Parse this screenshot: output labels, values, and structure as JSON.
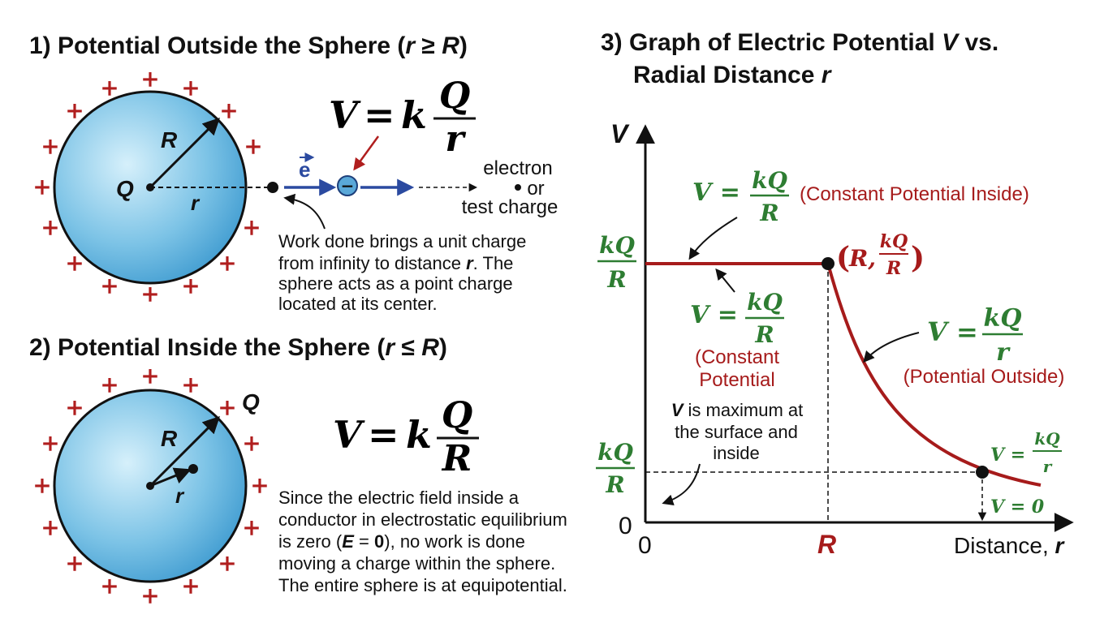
{
  "section1": {
    "title_prefix": "1) Potential Outside the Sphere (",
    "title_var1": "r",
    "title_op": " ≥ ",
    "title_var2": "R",
    "title_suffix": ")",
    "label_R": "R",
    "label_Q": "Q",
    "label_r": "r",
    "label_e": "e",
    "charge_minus": "−",
    "plus_sign": "+",
    "formula_V": "V",
    "formula_eq": "=",
    "formula_k": "k",
    "formula_num": "Q",
    "formula_den": "r",
    "electron_label_1": "electron",
    "electron_label_2": "or",
    "electron_label_3": "test charge",
    "desc_line1": "Work done brings a unit charge",
    "desc_line2_a": "from infinity to distance ",
    "desc_line2_b": "r",
    "desc_line2_c": ". The",
    "desc_line3": "sphere acts as a point charge",
    "desc_line4": "located at its center."
  },
  "section2": {
    "title_prefix": "2) Potential Inside the Sphere (",
    "title_var1": "r",
    "title_op": " ≤ ",
    "title_var2": "R",
    "title_suffix": ")",
    "label_R": "R",
    "label_Q": "Q",
    "label_r": "r",
    "plus_sign": "+",
    "formula_V": "V",
    "formula_eq": "=",
    "formula_k": "k",
    "formula_num": "Q",
    "formula_den": "R",
    "desc_line1": "Since the electric field inside a",
    "desc_line2": "conductor in electrostatic equilibrium",
    "desc_line3_a": "is zero (",
    "desc_line3_b": "E",
    "desc_line3_c": " = ",
    "desc_line3_d": "0",
    "desc_line3_e": "), no work is done",
    "desc_line4": "moving a charge within the sphere.",
    "desc_line5": "The entire sphere is at equipotential."
  },
  "section3": {
    "title_line1_prefix": "3) Graph of Electric Potential ",
    "title_line1_var": "V",
    "title_line1_suffix": " vs.",
    "title_line2_prefix": "Radial Distance ",
    "title_line2_var": "r",
    "y_axis_label": "V",
    "x_axis_label_prefix": "Distance, ",
    "x_axis_label_var": "r",
    "origin_x": "0",
    "origin_y": "0",
    "tick_R": "R",
    "ytick_kQ": "kQ",
    "ytick_R": "R",
    "top_formula_V": "V =",
    "top_formula_num": "kQ",
    "top_formula_den": "R",
    "top_formula_note": "(Constant Potential Inside)",
    "mid_formula_V": "V =",
    "mid_formula_num": "kQ",
    "mid_formula_den": "R",
    "mid_note_1": "(Constant",
    "mid_note_2": "Potential",
    "point_label_open": "(",
    "point_label_R": "R,",
    "point_label_num": "kQ",
    "point_label_den": "R",
    "point_label_close": ")",
    "outside_formula_V": "V =",
    "outside_formula_num": "kQ",
    "outside_formula_den": "r",
    "outside_note": "(Potential Outside)",
    "max_note_1_var": "V",
    "max_note_1_rest": " is maximum at",
    "max_note_2": "the surface and",
    "max_note_3": "inside",
    "small_formula_V": "V =",
    "small_formula_num": "kQ",
    "small_formula_den": "r",
    "zero_formula": "V = 0"
  },
  "colors": {
    "sphere_light": "#d6f0fb",
    "sphere_dark": "#4aa6d6",
    "plus_red": "#b01e1e",
    "curve_red": "#a61b1b",
    "formula_green": "#2e7d32",
    "arrow_blue": "#2b4aa0"
  }
}
